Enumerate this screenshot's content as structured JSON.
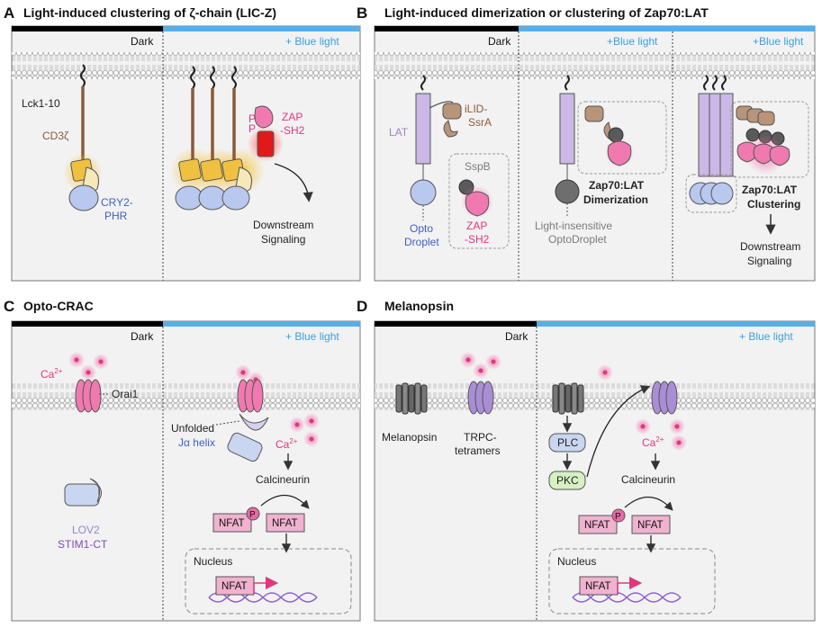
{
  "panels": {
    "a": {
      "letter": "A",
      "title": "Light-induced clustering of ζ-chain (LIC-Z)",
      "dark": "Dark",
      "light": "+ Blue light",
      "lck": "Lck1-10",
      "cd3": "CD3ζ",
      "cry2_1": "CRY2-",
      "cry2_2": "PHR",
      "zap_1": "ZAP",
      "zap_2": "-SH2",
      "p": "P",
      "downstream_1": "Downstream",
      "downstream_2": "Signaling"
    },
    "b": {
      "letter": "B",
      "title": "Light-induced dimerization or clustering of Zap70:LAT",
      "dark": "Dark",
      "light1": "+Blue light",
      "light2": "+Blue light",
      "lat": "LAT",
      "ilid_1": "iLID-",
      "ilid_2": "SsrA",
      "sspb": "SspB",
      "zap_1": "ZAP",
      "zap_2": "-SH2",
      "opto_1": "Opto",
      "opto_2": "Droplet",
      "dim_1": "Zap70:LAT",
      "dim_2": "Dimerization",
      "li_1": "Light-insensitive",
      "li_2": "OptoDroplet",
      "clu_1": "Zap70:LAT",
      "clu_2": "Clustering",
      "downstream_1": "Downstream",
      "downstream_2": "Signaling"
    },
    "c": {
      "letter": "C",
      "title": "Opto-CRAC",
      "dark": "Dark",
      "light": "+ Blue light",
      "ca": "Ca",
      "ca_sup": "2+",
      "orai": "Orai1",
      "unfolded": "Unfolded",
      "ja": "Jα helix",
      "calcineurin": "Calcineurin",
      "nfat": "NFAT",
      "p": "P",
      "nucleus": "Nucleus",
      "lov2": "LOV2",
      "stim": "STIM1-CT"
    },
    "d": {
      "letter": "D",
      "title": "Melanopsin",
      "dark": "Dark",
      "light": "+ Blue light",
      "melanopsin": "Melanopsin",
      "trpc_1": "TRPC-",
      "trpc_2": "tetramers",
      "plc": "PLC",
      "pkc": "PKC",
      "ca": "Ca",
      "ca_sup": "2+",
      "calcineurin": "Calcineurin",
      "nfat": "NFAT",
      "p": "P",
      "nucleus": "Nucleus"
    }
  },
  "colors": {
    "dark_bar": "#000000",
    "light_bar": "#5aaee6",
    "pink": "#e2367e",
    "cry2": "#b8c8ee",
    "cd3_box": "#f0c040",
    "lat": "#cbb8e6",
    "ilid": "#b89479",
    "sspb": "#5a5a5a",
    "plc": "#c9d6f0",
    "pkc": "#d6f0c2",
    "nfat": "#f0b2cf",
    "trpc": "#a98ed6"
  }
}
